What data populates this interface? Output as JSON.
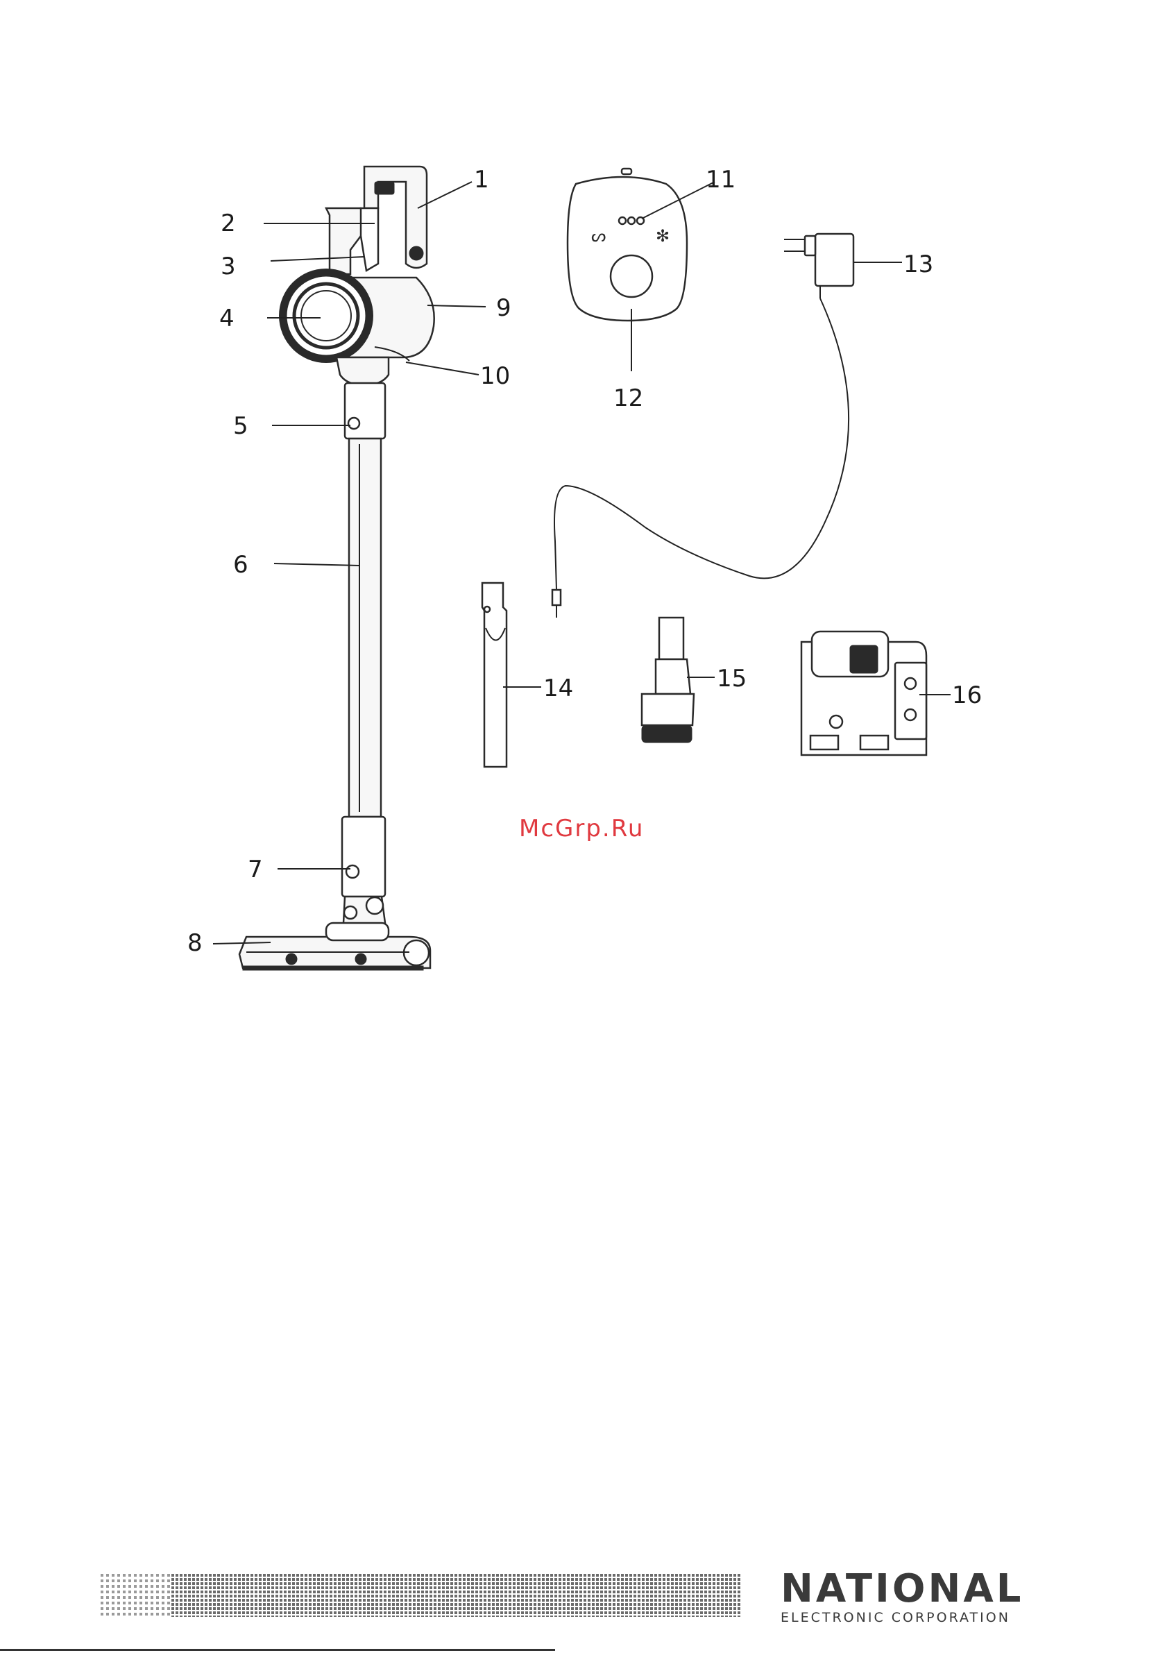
{
  "callouts": [
    "1",
    "2",
    "3",
    "4",
    "5",
    "6",
    "7",
    "8",
    "9",
    "10",
    "11",
    "12",
    "13",
    "14",
    "15",
    "16"
  ],
  "watermark": "McGrp.Ru",
  "brand": {
    "name": "NATIONAL",
    "subtitle": "ELECTRONIC CORPORATION"
  },
  "colors": {
    "watermark": "#e0393f",
    "line_art": "#2a2a2a",
    "brand": "#3a3a3a"
  }
}
